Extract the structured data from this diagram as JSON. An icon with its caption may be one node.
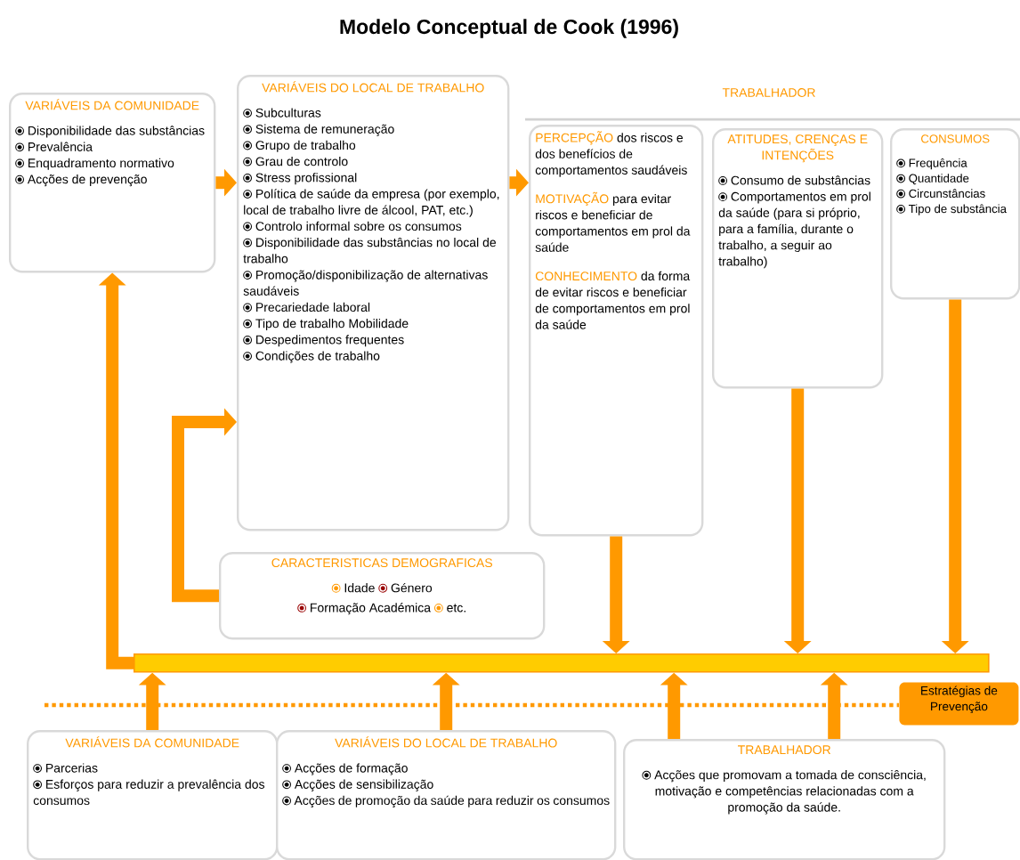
{
  "diagram": {
    "title": "Modelo Conceptual de Cook (1996)",
    "nodes": [
      {
        "text": [
          "VARIÁVEIS DA COMUNIDADE",
          "Disponibilidade das substâncias",
          "Prevalência",
          "Enquadramento normativo",
          "Acções de prevenção"
        ]
      },
      {
        "text": [
          "VARIÁVEIS DO LOCAL DE TRABALHO",
          "Subculturas",
          "Sistema de remuneração",
          "Grupo de trabalho",
          "Grau de controlo",
          "Stress profissional",
          "Política de saúde da empresa (por exemplo, local de trabalho livre de álcool, PAT, etc.)",
          "Controlo informal sobre os consumos",
          "Disponibilidade das substâncias no local de trabalho",
          "Promoção/disponibilização de alternativas saudáveis",
          "Precariedade laboral",
          "Tipo de trabalho Mobilidade",
          "Despedimentos frequentes",
          "Condições de trabalho"
        ]
      },
      {
        "text": [
          "PERCEPÇÃO",
          "dos riscos e dos benefícios de comportamentos saudáveis",
          "MOTIVAÇÃO",
          "para evitar riscos e beneficiar de comportamentos em prol da saúde",
          "CONHECIMENTO",
          "da forma de evitar riscos e beneficiar de comportamentos em prol da saúde"
        ]
      },
      {
        "text": [
          "ATITUDES, CRENÇAS E INTENÇÕES",
          "Consumo de substâncias",
          "Comportamentos em prol da saúde (para si próprio, para a família, durante o trabalho, a seguir ao trabalho)"
        ]
      },
      {
        "text": [
          "CONSUMOS",
          "Frequência",
          "Quantidade",
          "Circunstâncias",
          "Tipo de substância"
        ]
      },
      {
        "text": [
          "CARACTERISTICAS DEMOGRAFICAS",
          "Idade",
          "Género",
          "Formação Académica",
          "etc."
        ]
      },
      {
        "text": [],
        "shape": "bar"
      },
      {
        "text": [
          "Estratégias de Prevenção"
        ]
      },
      {
        "text": [
          "VARIÁVEIS DA COMUNIDADE",
          "Parcerias",
          "Esforços para reduzir a prevalência dos consumos"
        ]
      },
      {
        "text": [
          "VARIÁVEIS DO LOCAL DE TRABALHO",
          "Acções de formação",
          "Acções de sensibilização",
          "Acções de promoção da saúde para reduzir os consumos"
        ]
      },
      {
        "text": [
          "TRABALHADOR",
          "Acções que promovam a tomada de consciência, motivação e competências relacionadas com a promoção da saúde."
        ]
      }
    ],
    "edges": [
      {
        "from": 0,
        "to": 1,
        "arrow": "to"
      },
      {
        "from": 1,
        "to": 2,
        "arrow": "to"
      },
      {
        "from": 6,
        "to": 0,
        "arrow": "to"
      },
      {
        "from": 5,
        "to": 1,
        "arrow": "to"
      },
      {
        "from": 2,
        "to": 6,
        "arrow": "to"
      },
      {
        "from": 3,
        "to": 6,
        "arrow": "to"
      },
      {
        "from": 4,
        "to": 6,
        "arrow": "to"
      },
      {
        "from": 8,
        "to": 6,
        "arrow": "to"
      },
      {
        "from": 9,
        "to": 6,
        "arrow": "to"
      },
      {
        "from": 10,
        "to": 6,
        "arrow": "to"
      },
      {
        "from": 10,
        "to": 6,
        "arrow": "to"
      }
    ],
    "labels": [
      "TRABALHADOR"
    ]
  }
}
